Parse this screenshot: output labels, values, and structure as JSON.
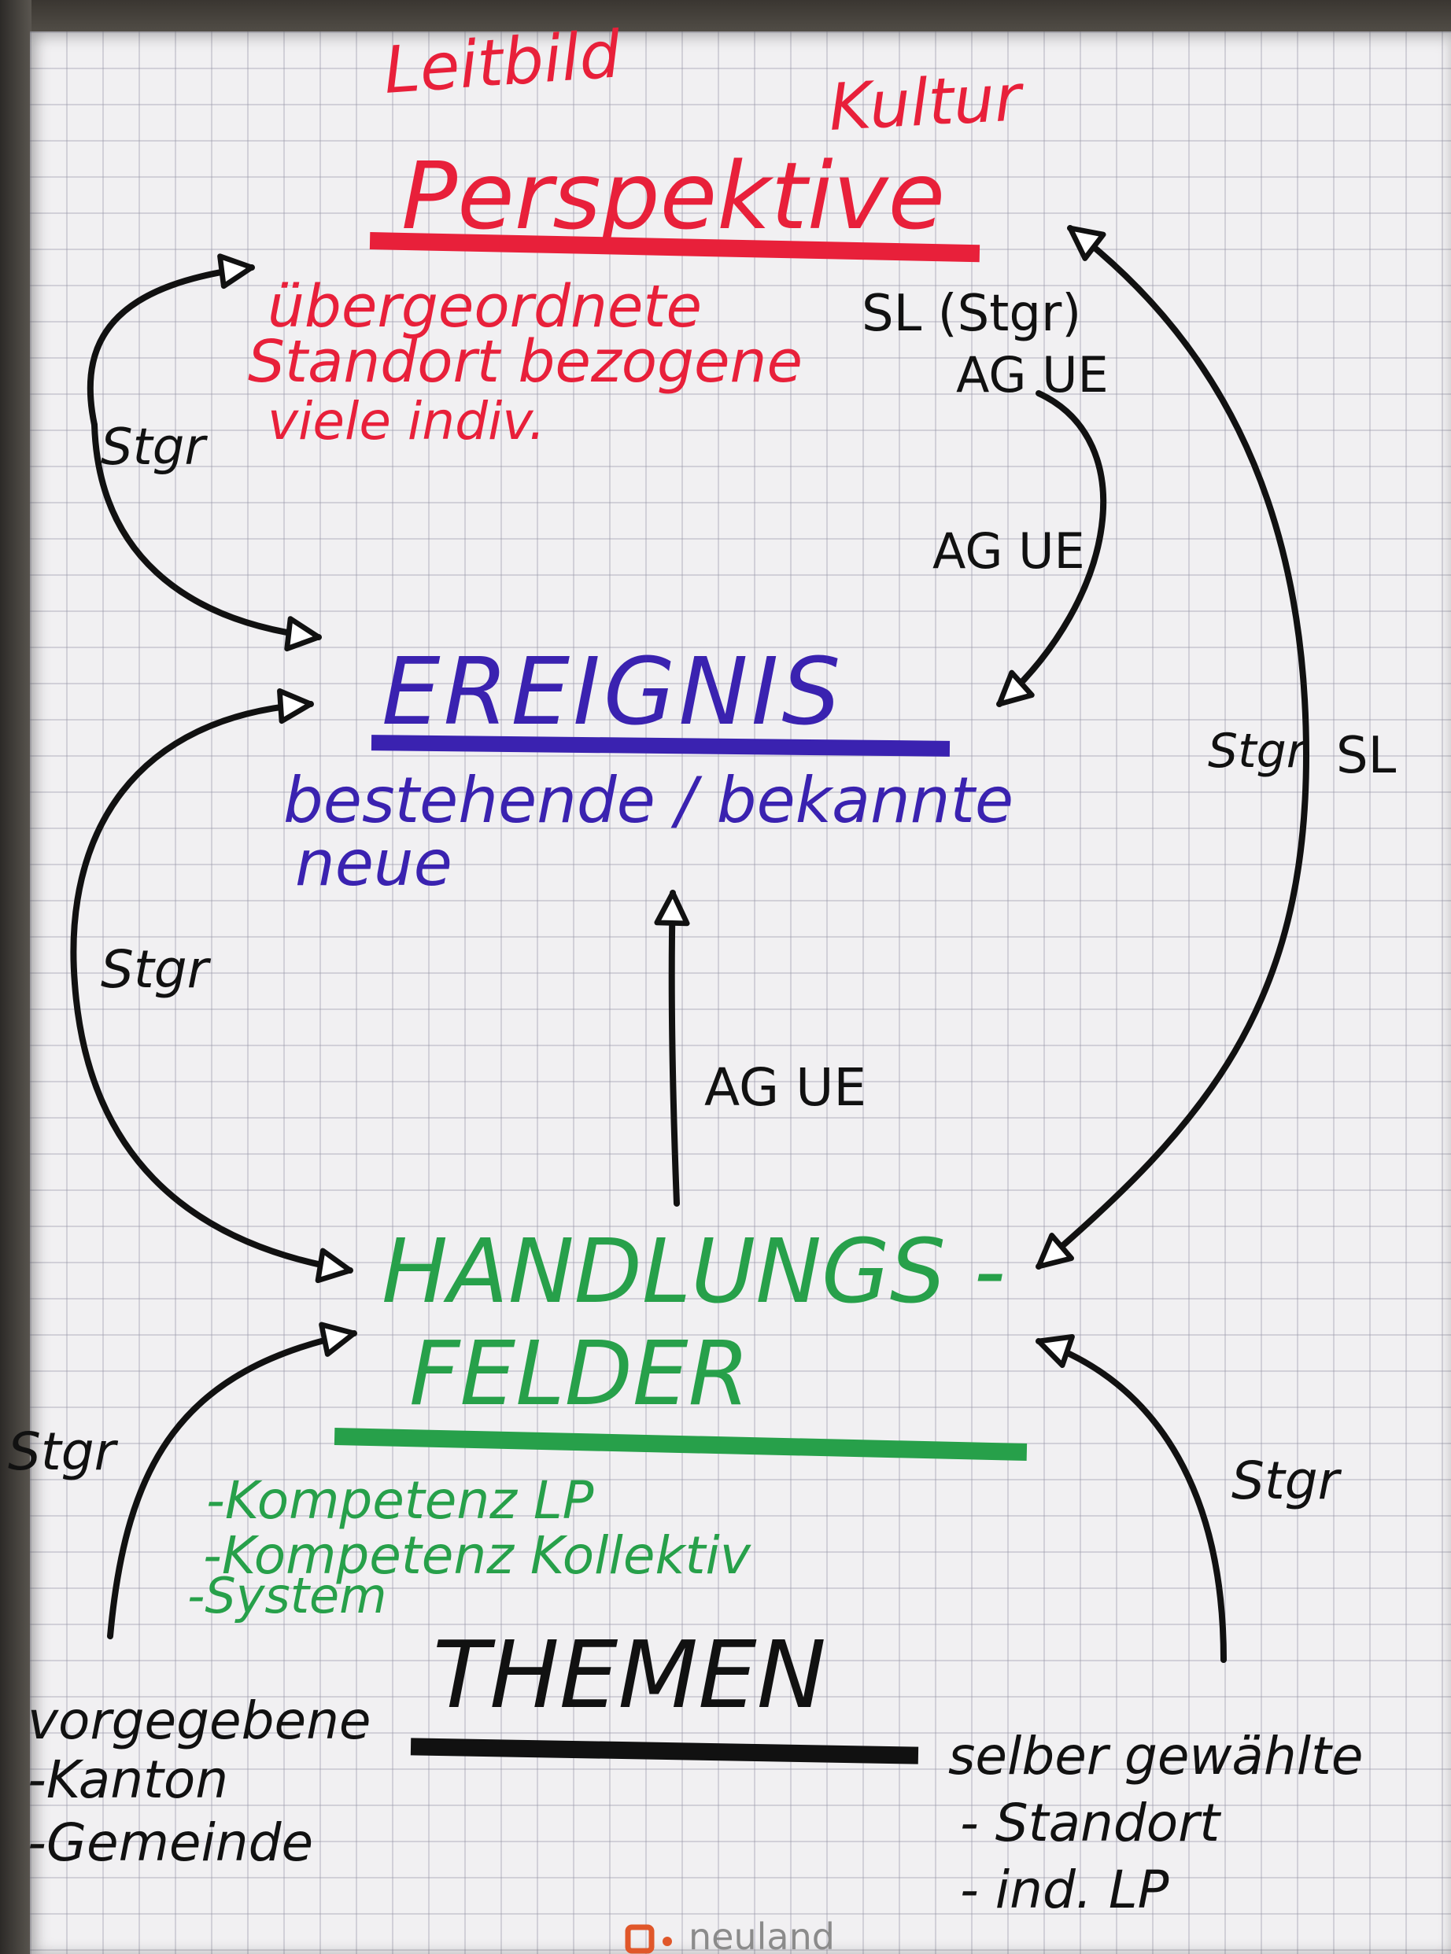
{
  "header": {
    "word_left": "Leitbild",
    "word_right": "Kultur"
  },
  "perspektive": {
    "title": "Perspektive",
    "items": [
      "übergeordnete",
      "Standort bezogene",
      "viele indiv."
    ],
    "side_label_1": "SL (Stgr)",
    "side_label_2": "AG UE"
  },
  "ereignis": {
    "title": "EREIGNIS",
    "line1": "bestehende / bekannte",
    "line2": "neue"
  },
  "handlungsfelder": {
    "title_line1": "HANDLUNGS -",
    "title_line2": "FELDER",
    "items": [
      "-Kompetenz LP",
      "-Kompetenz Kollektiv",
      "-System"
    ]
  },
  "themen": {
    "title": "THEMEN",
    "left_heading": "vorgegebene",
    "left_items": [
      "-Kanton",
      "-Gemeinde"
    ],
    "right_heading": "selber gewählte",
    "right_items": [
      "- Standort",
      "- ind. LP"
    ]
  },
  "arrow_labels": {
    "left_upper": "Stgr",
    "right_upper": "AG UE",
    "left_middle": "Stgr",
    "center": "AG UE",
    "right_long_a": "Stgr",
    "right_long_b": "SL",
    "left_lower": "Stgr",
    "right_lower": "Stgr"
  },
  "footer": {
    "brand": "neuland"
  },
  "colors": {
    "red": "#e8203a",
    "blue": "#3a22b0",
    "green": "#27a04a",
    "black": "#111111",
    "brand_orange": "#e0572a"
  }
}
